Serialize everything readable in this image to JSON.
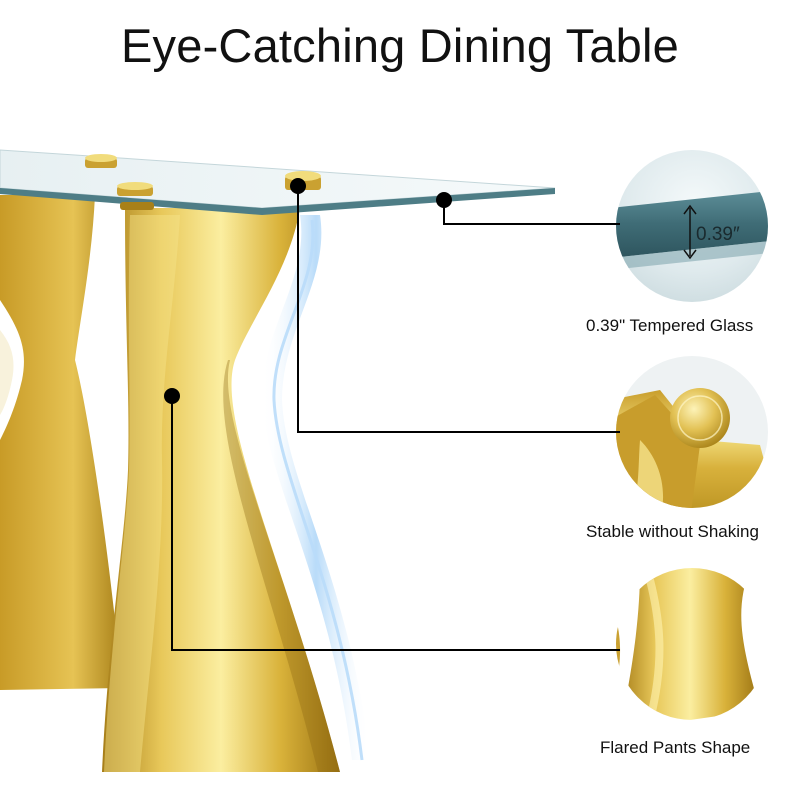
{
  "title": "Eye-Catching Dining Table",
  "features": [
    {
      "label": "0.39\" Tempered Glass",
      "detail_label": "0.39″"
    },
    {
      "label": "Stable without Shaking"
    },
    {
      "label": "Flared Pants Shape"
    }
  ],
  "colors": {
    "gold": "#d9b23a",
    "gold_light": "#f6e48a",
    "gold_dark": "#9a7212",
    "glass": "#cfe3ea",
    "glass_edge": "#4e7d86",
    "glow": "#7db9f0",
    "pointer": "#000000"
  }
}
